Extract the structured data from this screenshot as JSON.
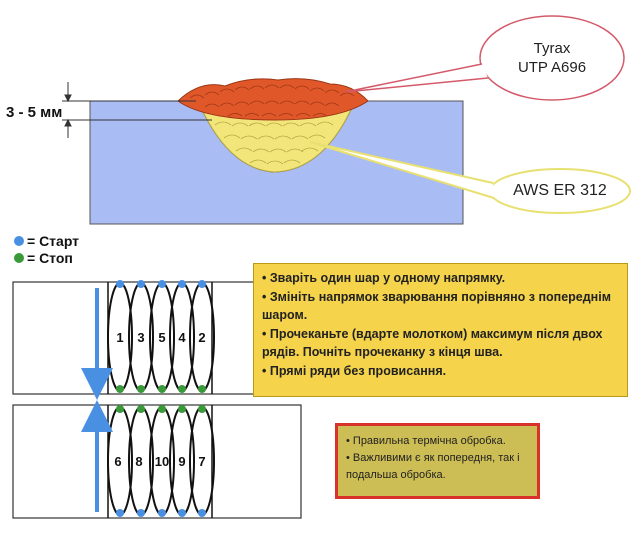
{
  "dimension_label": "3 - 5 мм",
  "callouts": {
    "top_line1": "Tyrax",
    "top_line2": "UTP A696",
    "bottom": "AWS ER 312"
  },
  "legend": {
    "start": {
      "label": "= Старт",
      "color": "#4a90e2"
    },
    "stop": {
      "label": "= Стоп",
      "color": "#3a9a3a"
    }
  },
  "colors": {
    "base_metal": "#aabcf4",
    "cap_layer": "#e0582a",
    "root_layer": "#f2e67a"
  },
  "instructions": [
    "• Зваріть один шар у одному напрямку.",
    "• Змініть напрямок зварювання порівняно з попереднім шаром.",
    "• Прочеканьте (вдарте молотком) максимум після двох рядів. Почніть прочеканку з кінця шва.",
    "• Прямі ряди без провисання."
  ],
  "notes": [
    "• Правильна термічна обробка.",
    "• Важливими є як попередня, так і подальша обробка."
  ],
  "layers": {
    "top": {
      "passes": [
        "1",
        "3",
        "5",
        "4",
        "2"
      ],
      "direction": "down"
    },
    "bottom": {
      "passes": [
        "6",
        "8",
        "10",
        "9",
        "7"
      ],
      "direction": "up"
    }
  }
}
